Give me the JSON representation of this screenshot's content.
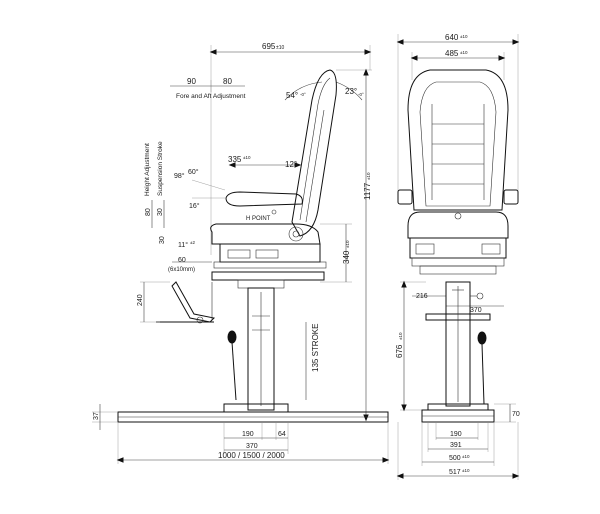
{
  "side_view": {
    "overall_depth": "695",
    "overall_depth_tol": "±10",
    "fore_aft_rear": "90",
    "fore_aft_front": "80",
    "fore_aft_label": "Fore and Aft Adjustment",
    "recline_back": "54°",
    "recline_back_tol": "-0°",
    "recline_front": "23°",
    "recline_front_tol": "-0°",
    "armrest_depth": "335",
    "armrest_depth_tol": "±10",
    "armrest_angle": "12°",
    "overall_height": "1177",
    "overall_height_tol": "±10",
    "height_adjust_label": "Height Adjustment",
    "suspension_label": "Suspension Stroke",
    "armrest_tilt_up": "98°",
    "armrest_tilt_mid": "60°",
    "armrest_tilt_low": "16°",
    "height_adj_value": "80",
    "suspension_value": "30",
    "cushion_tilt_a": "30",
    "cushion_tilt_angle": "11°",
    "cushion_tilt_angle_tol": "±2",
    "h_point": "H POINT",
    "seat_height": "340",
    "seat_height_tol": "±10",
    "slot_size": "60",
    "slot_note": "(6x10mm)",
    "footrest_height": "240",
    "column_stroke": "135 STROKE",
    "base_height": "37",
    "column_offset_a": "190",
    "column_offset_b": "64",
    "base_depth": "370",
    "rail_length": "1000 / 1500 / 2000"
  },
  "front_view": {
    "overall_width": "640",
    "overall_width_tol": "±10",
    "backrest_width": "485",
    "backrest_width_tol": "±10",
    "pedestal_offset": "216",
    "pedestal_depth": "370",
    "pedestal_height": "676",
    "pedestal_height_tol": "±10",
    "base_height": "70",
    "base_inner_a": "190",
    "base_inner_b": "391",
    "base_width": "500",
    "base_width_tol": "±10",
    "rail_width": "517",
    "rail_width_tol": "±10"
  }
}
